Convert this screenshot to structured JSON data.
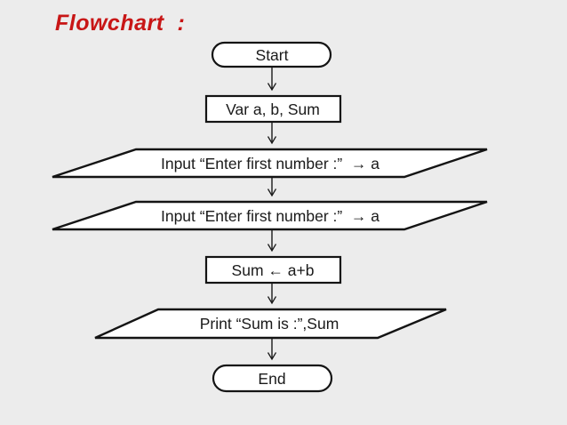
{
  "page": {
    "title": "Flowchart  :"
  },
  "colors": {
    "background": "#ececec",
    "title_red": "#c81616",
    "shape_fill": "#ffffff",
    "shape_stroke": "#141414",
    "text": "#1a1a1a"
  },
  "flowchart": {
    "nodes": [
      {
        "id": "start",
        "type": "terminator",
        "label": "Start"
      },
      {
        "id": "declare",
        "type": "process",
        "label": "Var a, b, Sum"
      },
      {
        "id": "input1",
        "type": "input-output",
        "label": "Input “Enter first number :”  → a"
      },
      {
        "id": "input2",
        "type": "input-output",
        "label": "Input “Enter first number :”  → a"
      },
      {
        "id": "sum",
        "type": "process",
        "label": "Sum ← a+b"
      },
      {
        "id": "print",
        "type": "input-output",
        "label": "Print “Sum is :”,Sum"
      },
      {
        "id": "end",
        "type": "terminator",
        "label": "End"
      }
    ]
  }
}
